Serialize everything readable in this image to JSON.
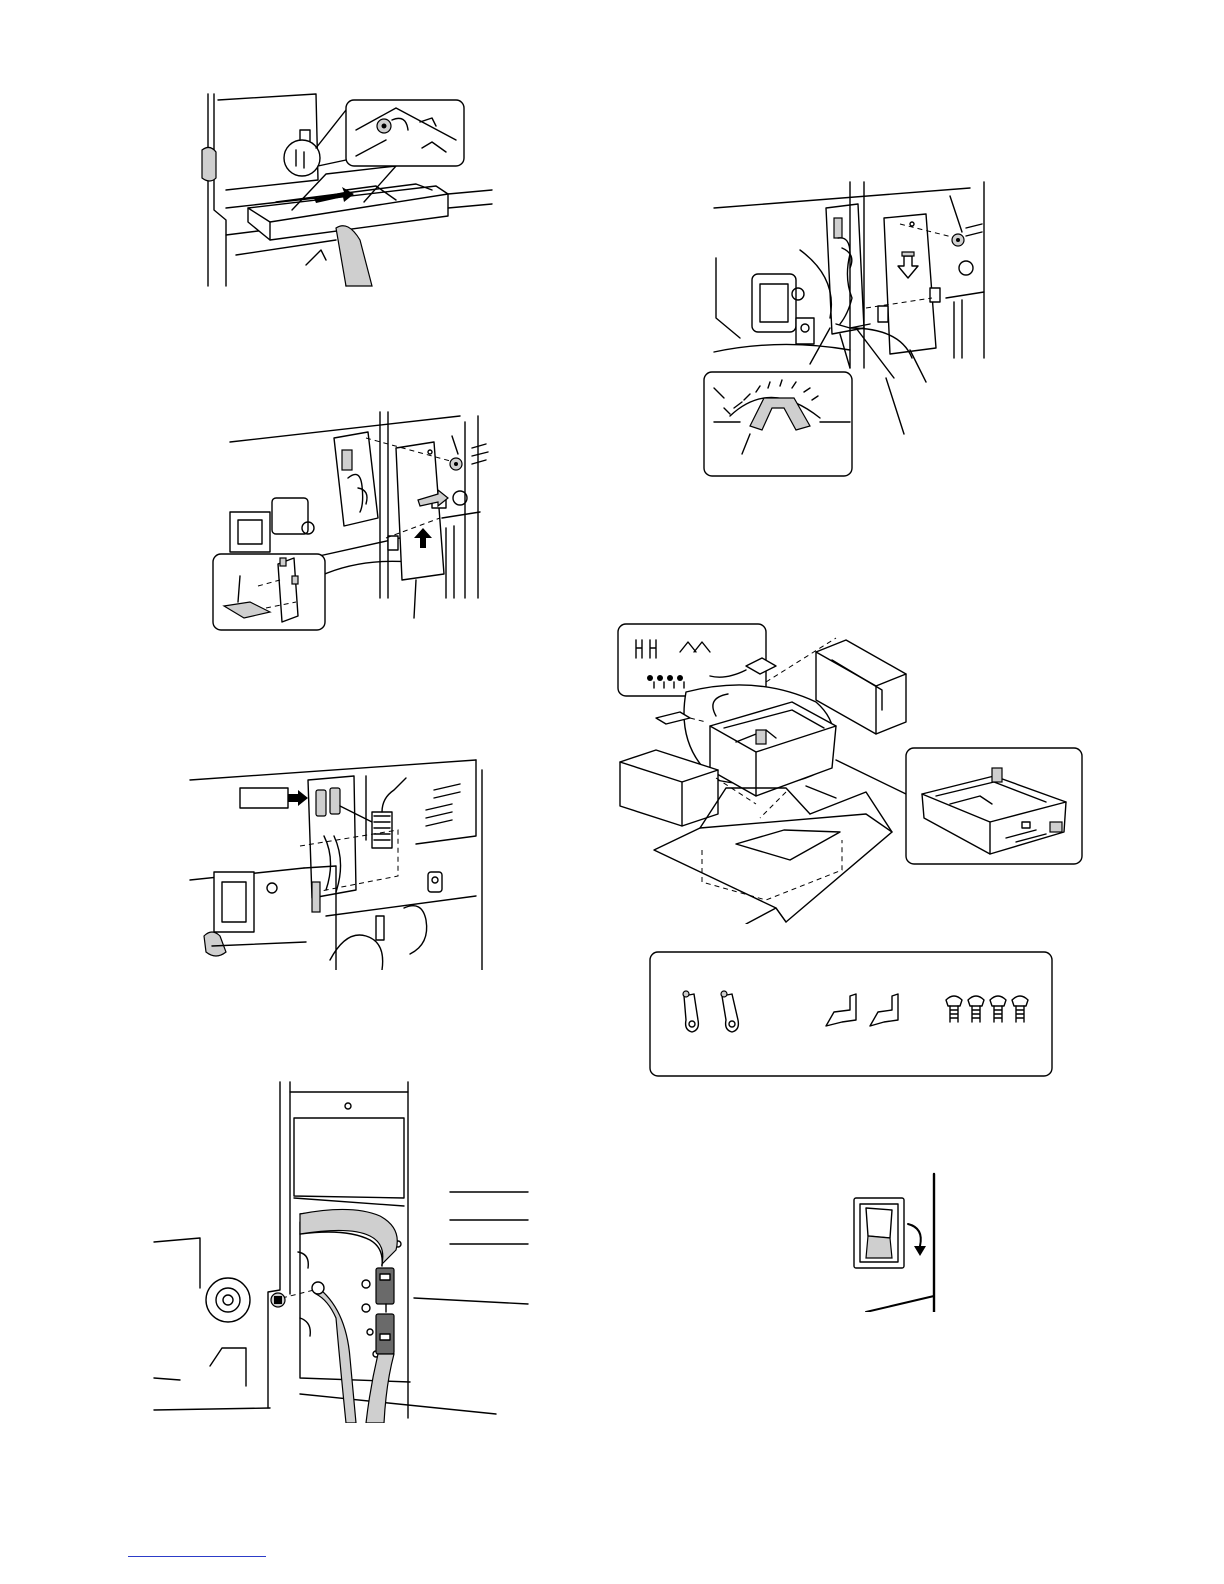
{
  "page": {
    "figures": [
      {
        "id": "fig-1",
        "icon": "tray-insert-illustration"
      },
      {
        "id": "fig-2",
        "icon": "cover-removal-illustration"
      },
      {
        "id": "fig-3",
        "icon": "connector-plug-illustration"
      },
      {
        "id": "fig-4",
        "icon": "harness-routing-illustration"
      },
      {
        "id": "fig-5",
        "icon": "cover-install-illustration"
      },
      {
        "id": "fig-6",
        "icon": "unpacking-illustration"
      },
      {
        "id": "fig-7",
        "icon": "accessory-parts-illustration"
      },
      {
        "id": "fig-8",
        "icon": "power-switch-illustration"
      }
    ],
    "colors": {
      "line": "#000000",
      "shade": "#cfcfcf",
      "dark": "#6a6a6a",
      "footer_rule": "#2c3cc8"
    }
  }
}
